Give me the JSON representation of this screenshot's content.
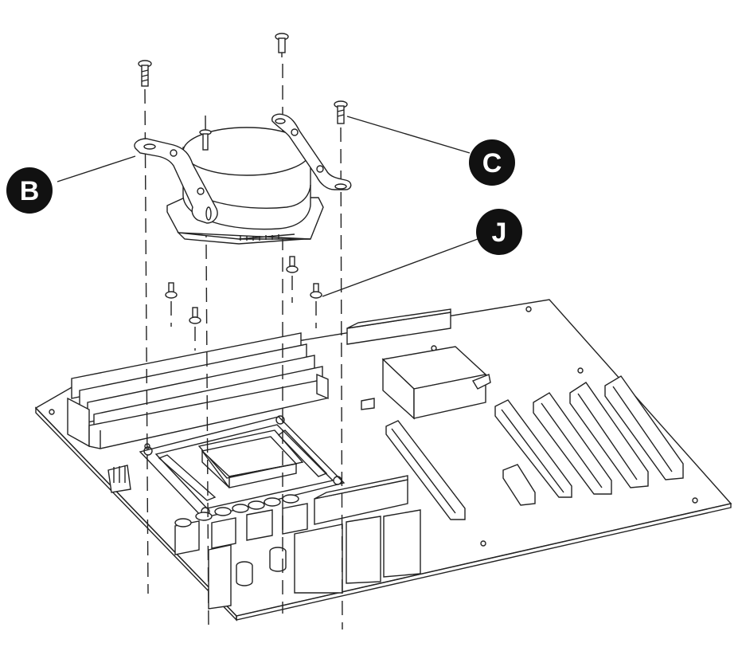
{
  "figure": {
    "description_icon": "exploded-assembly-diagram",
    "line_color": "#222222",
    "background": "#ffffff"
  },
  "callouts": {
    "b": {
      "label": "B",
      "color": "#111111"
    },
    "c": {
      "label": "C",
      "color": "#111111"
    },
    "j": {
      "label": "J",
      "color": "#111111"
    }
  }
}
